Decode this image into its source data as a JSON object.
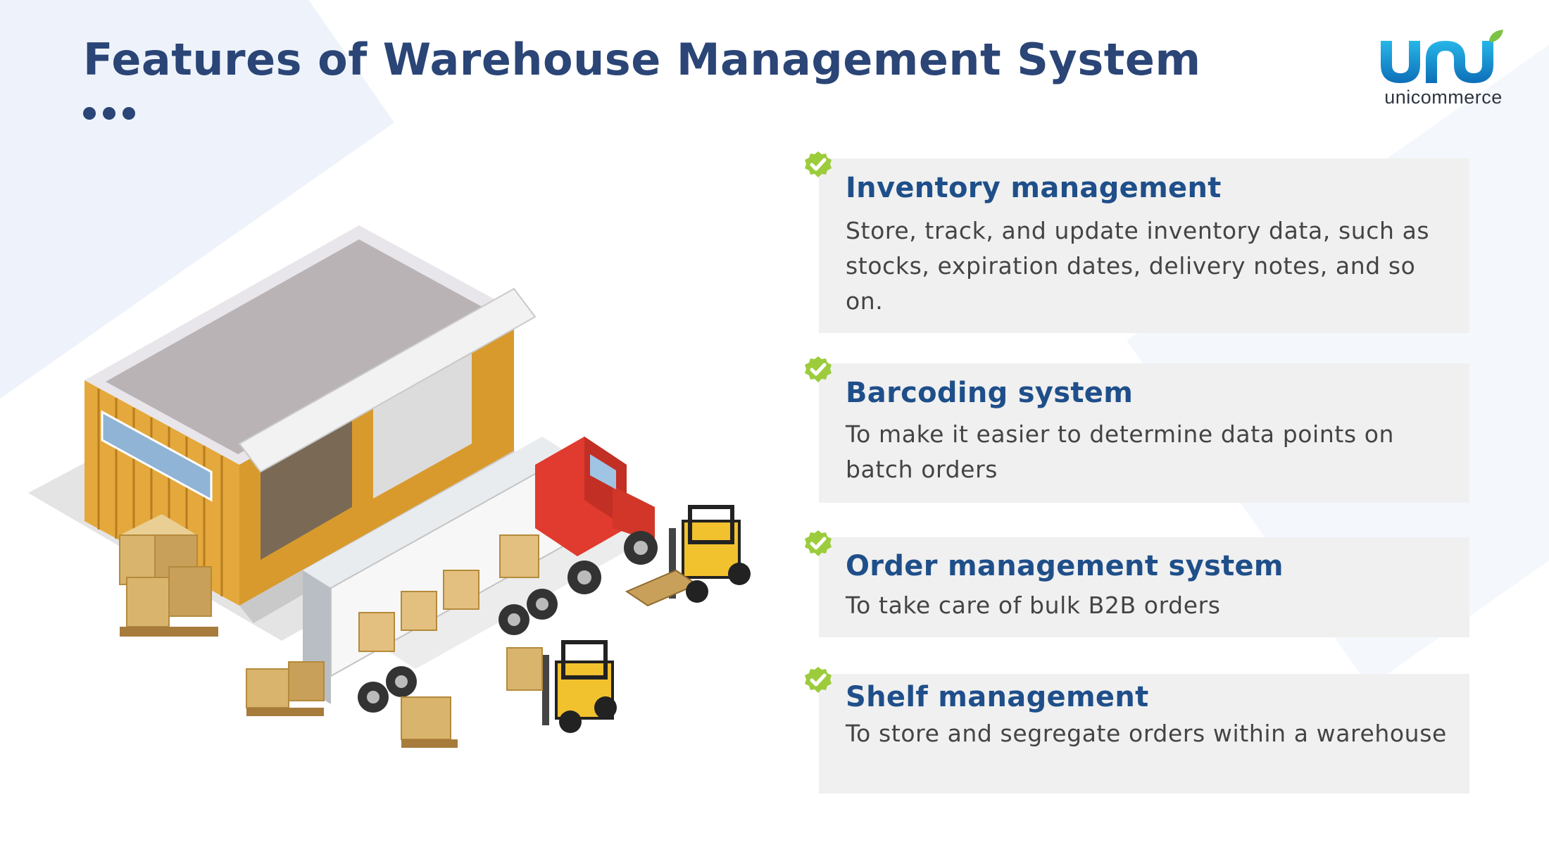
{
  "header": {
    "title": "Features of Warehouse Management System"
  },
  "logo": {
    "text": "unicommerce",
    "icon": "unicommerce-logo-mark"
  },
  "features": [
    {
      "title": "Inventory management",
      "description": "Store, track, and update inventory data, such as stocks, expiration dates, delivery notes, and so on.",
      "icon": "check-icon"
    },
    {
      "title": "Barcoding system",
      "description": "To make it easier to determine data points on batch orders",
      "icon": "check-icon"
    },
    {
      "title": "Order management system",
      "description": "To take care of bulk B2B orders",
      "icon": "check-icon"
    },
    {
      "title": "Shelf management",
      "description": "To store and segregate orders within a warehouse",
      "icon": "check-icon"
    }
  ],
  "colors": {
    "title": "#2a4576",
    "feature_title": "#1f4f8a",
    "feature_text": "#444444",
    "card_bg": "#f0f0f0",
    "check": "#9ccc3c",
    "logo_blue": "#1a9ad6"
  }
}
